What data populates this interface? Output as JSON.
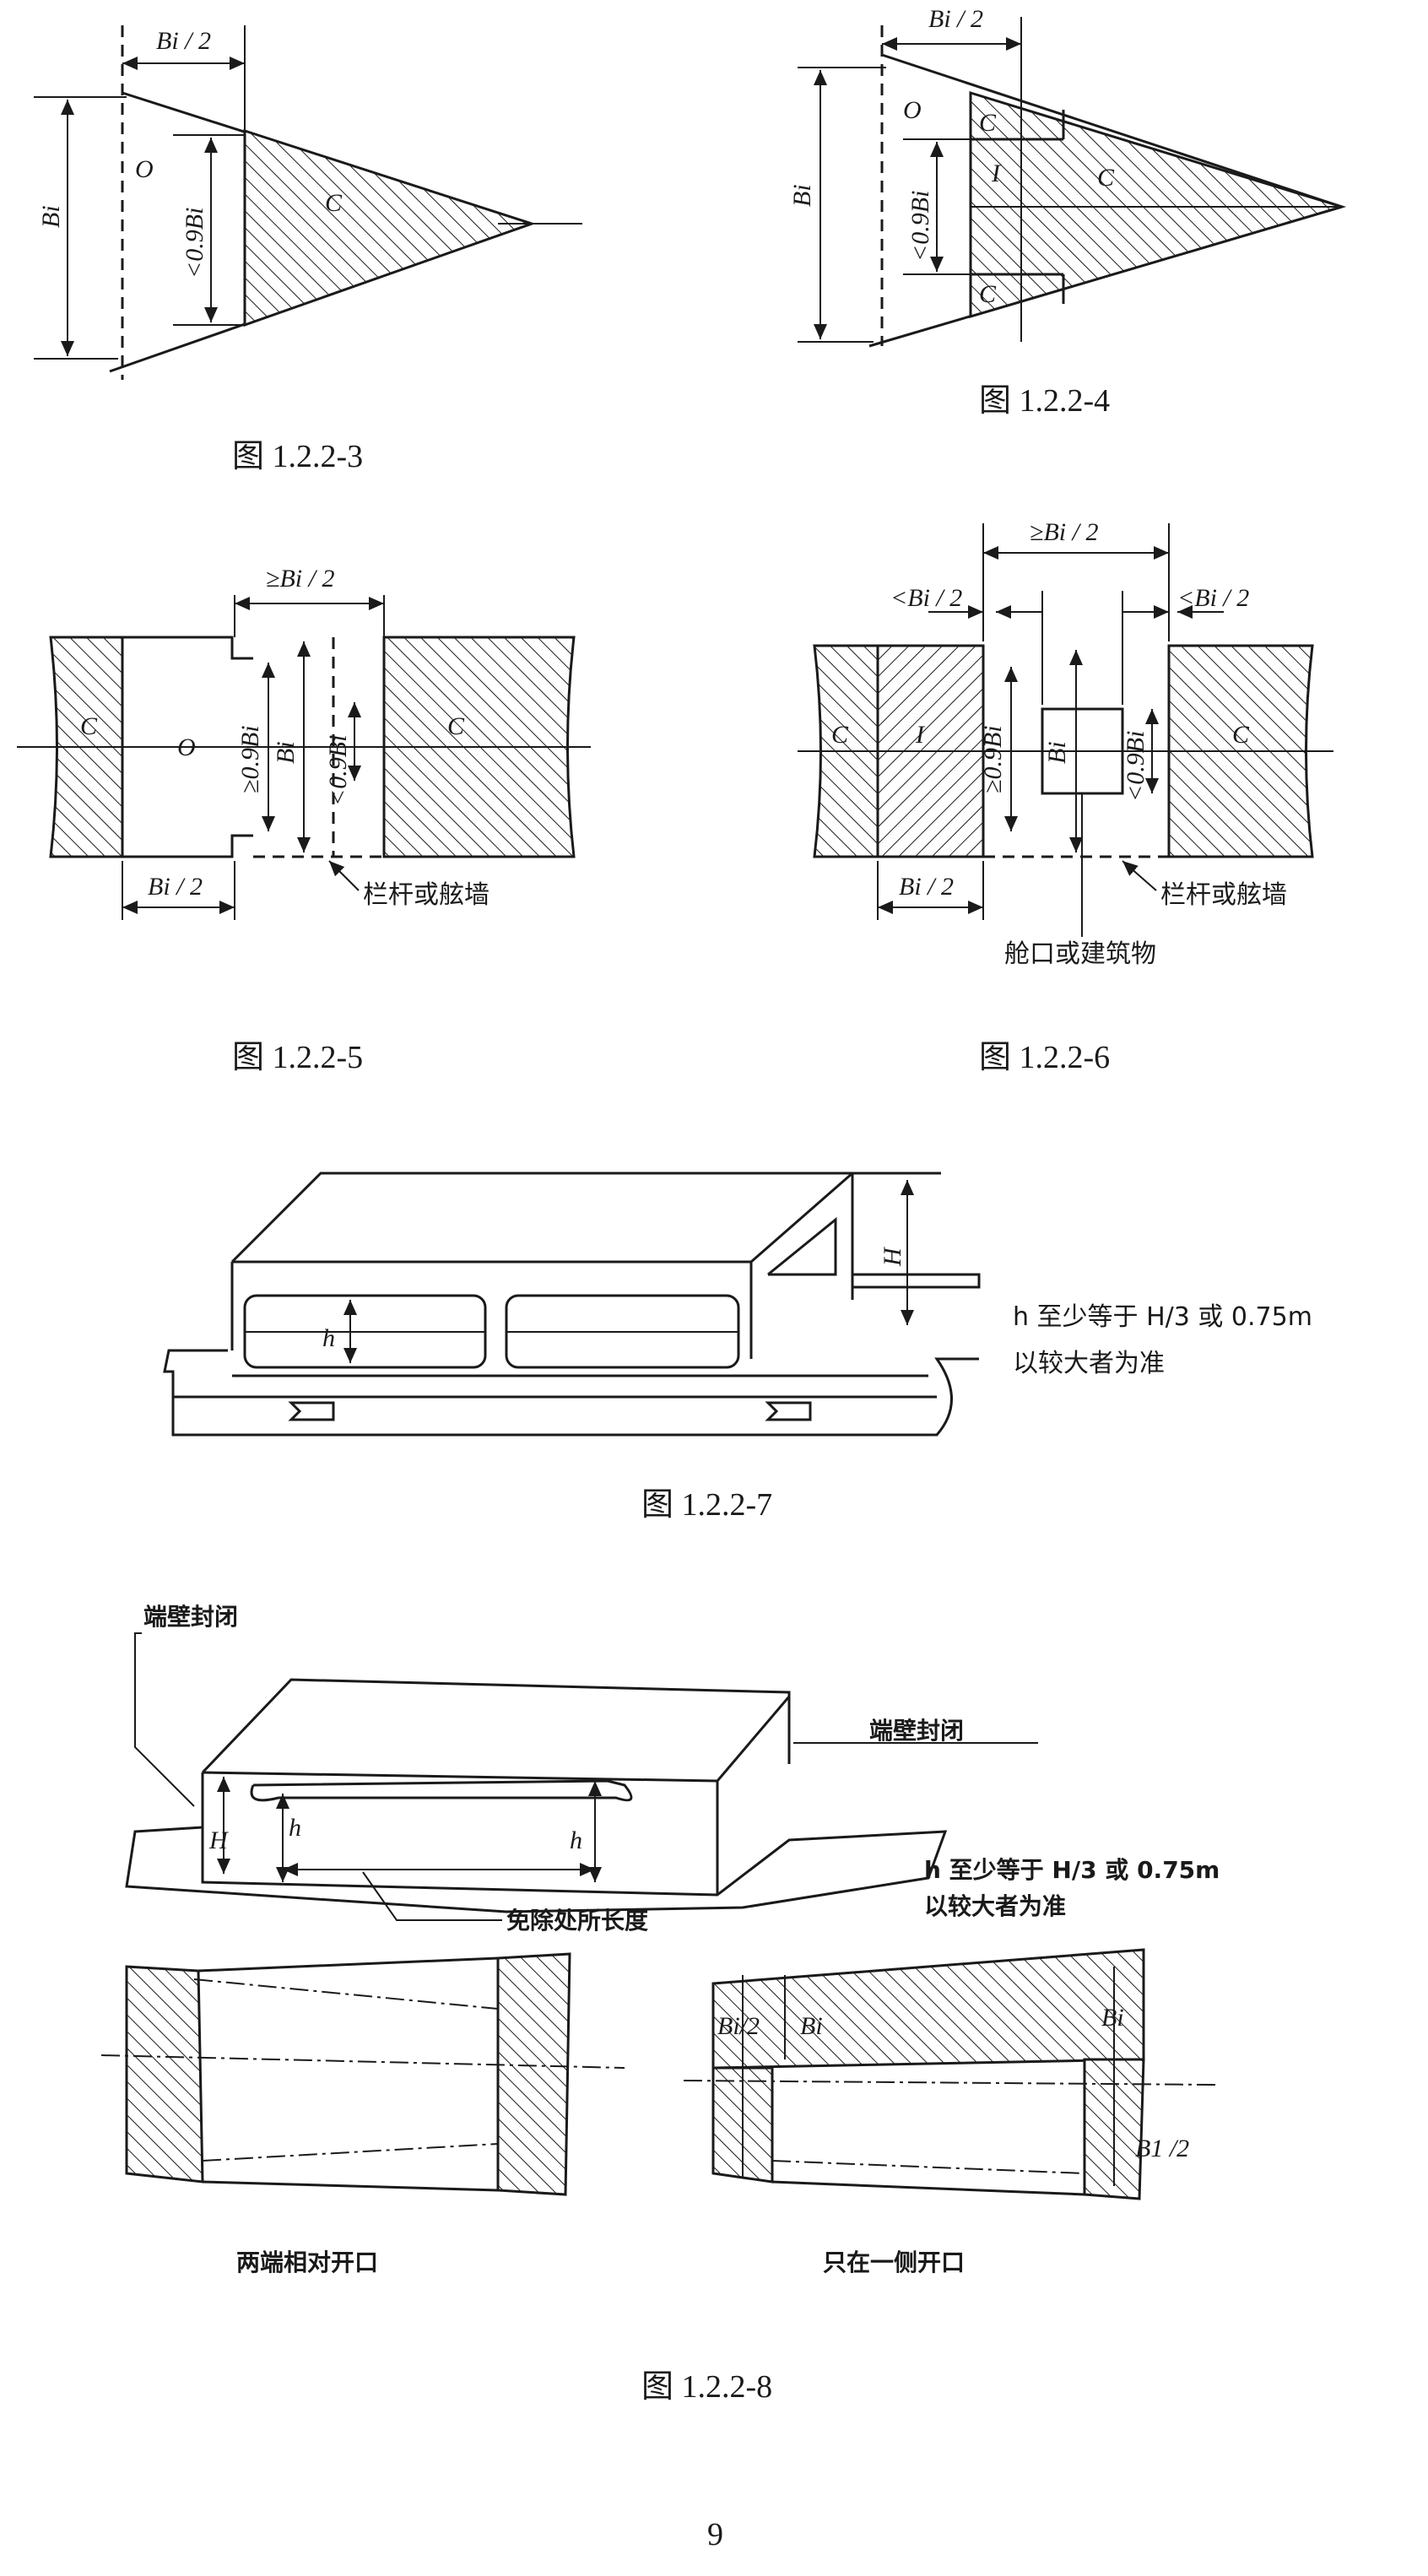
{
  "fig3": {
    "caption": "图 1.2.2-3",
    "dim_top": "Bi / 2",
    "label_o": "O",
    "label_c": "C",
    "dim_bi": "Bi",
    "dim_09": "<0.9Bi"
  },
  "fig4": {
    "caption": "图 1.2.2-4",
    "dim_top": "Bi / 2",
    "label_o": "O",
    "label_c": "C",
    "label_i": "I",
    "dim_bi": "Bi",
    "dim_09": "<0.9Bi"
  },
  "fig5": {
    "caption": "图 1.2.2-5",
    "dim_top": "≥Bi / 2",
    "dim_bottom": "Bi / 2",
    "label_o": "O",
    "label_c": "C",
    "dim_ge09": "≥0.9Bi",
    "dim_bi": "Bi",
    "dim_lt09": "<0.9Bi",
    "note": "栏杆或舷墙"
  },
  "fig6": {
    "caption": "图 1.2.2-6",
    "dim_top": "≥Bi / 2",
    "dim_left": "<Bi / 2",
    "dim_right": "<Bi / 2",
    "dim_bottom": "Bi / 2",
    "label_c": "C",
    "label_i": "I",
    "dim_ge09": "≥0.9Bi",
    "dim_bi": "Bi",
    "dim_lt09": "<0.9Bi",
    "note": "栏杆或舷墙",
    "note2": "舱口或建筑物"
  },
  "fig7": {
    "caption": "图 1.2.2-7",
    "label_H": "H",
    "label_h": "h",
    "note_line1": "h 至少等于 H/3 或 0.75m",
    "note_line2": "以较大者为准"
  },
  "fig8": {
    "caption": "图 1.2.2-8",
    "end_closed_1": "端壁封闭",
    "end_closed_2": "端壁封闭",
    "exempt": "免除处所长度",
    "note_line1": "h 至少等于 H/3 或 0.75m",
    "note_line2": "以较大者为准",
    "label_H": "H",
    "label_h": "h",
    "sub_left": "两端相对开口",
    "sub_right": "只在一侧开口",
    "lbl_b12": "Bi/2",
    "lbl_bi": "Bi",
    "lbl_b1": "Bi",
    "lbl_b1_2": "B1 /2"
  },
  "page_number": "9"
}
